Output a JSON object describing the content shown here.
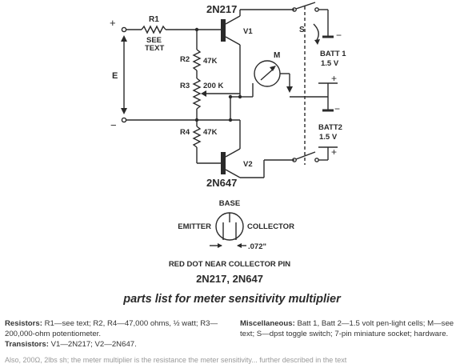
{
  "schematic": {
    "plus_in": "+",
    "minus_in": "−",
    "r1_label": "R1",
    "r1_note_1": "SEE",
    "r1_note_2": "TEXT",
    "e_label": "E",
    "r2_label": "R2",
    "r2_value": "47K",
    "r3_label": "R3",
    "r3_value": "200 K",
    "r4_label": "R4",
    "r4_value": "47K",
    "v1_part": "2N217",
    "v1_label": "V1",
    "v2_part": "2N647",
    "v2_label": "V2",
    "meter_label": "M",
    "switch_label": "S",
    "batt1_label": "BATT 1",
    "batt1_value": "1.5 V",
    "batt2_label": "BATT2",
    "batt2_value": "1.5 V",
    "batt1_minus": "−",
    "batt1_plus": "+",
    "batt2_minus": "−",
    "batt2_plus": "+"
  },
  "pinout": {
    "base": "BASE",
    "emitter": "EMITTER",
    "collector": "COLLECTOR",
    "spacing": ".072\"",
    "note": "RED DOT NEAR COLLECTOR PIN",
    "parts": "2N217, 2N647"
  },
  "caption": "parts list for meter sensitivity multiplier",
  "parts_list": {
    "resistors_head": "Resistors:",
    "resistors_text": " R1—see text; R2, R4—47,000 ohms, ½ watt; R3—200,000-ohm potentiometer.",
    "transistors_head": "Transistors:",
    "transistors_text": " V1—2N217; V2—2N647.",
    "misc_head": "Miscellaneous:",
    "misc_text": " Batt 1, Batt 2—1.5 volt pen-light cells; M—see text; S—dpst toggle switch; 7-pin miniature socket; hardware."
  },
  "cut_text": "Also, 200Ω, 2lbs sh; the meter multiplier is the resistance the meter sensitivity... further described in the text"
}
